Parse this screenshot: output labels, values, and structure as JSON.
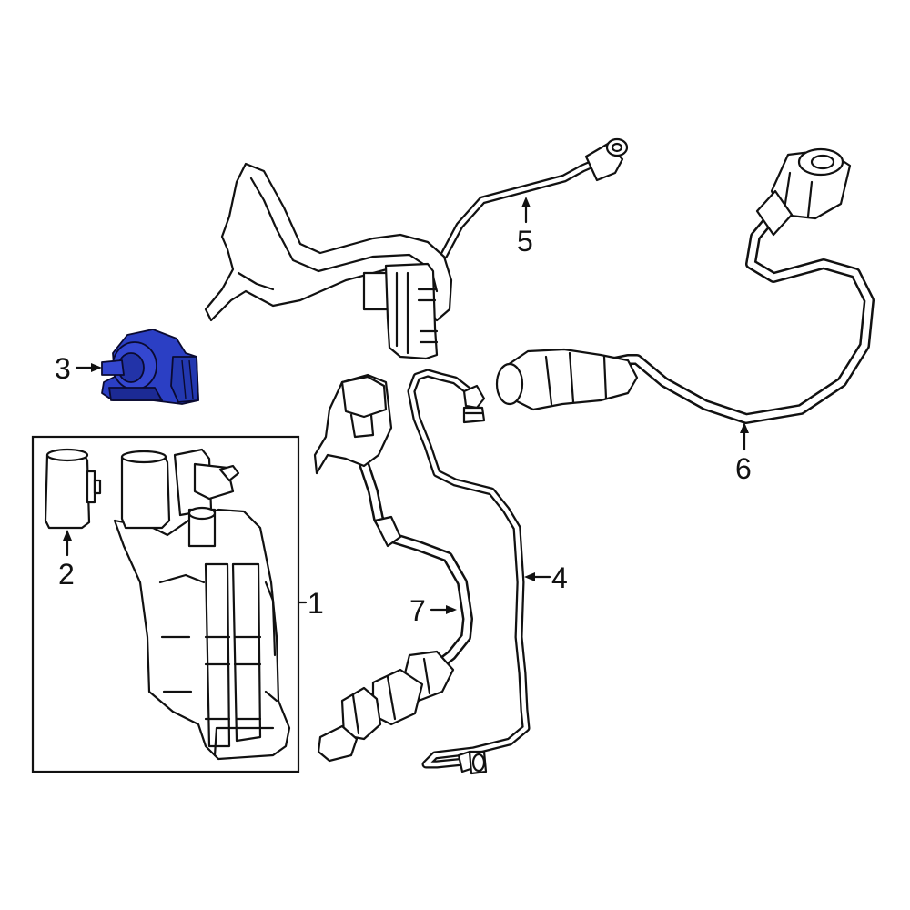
{
  "callouts": {
    "p1": "1",
    "p2": "2",
    "p3": "3",
    "p4": "4",
    "p5": "5",
    "p6": "6",
    "p7": "7"
  },
  "colors": {
    "highlight": "#2b3fc4",
    "highlight_dark": "#16228a",
    "line": "#111111",
    "background": "#ffffff"
  },
  "highlighted_part": "3"
}
